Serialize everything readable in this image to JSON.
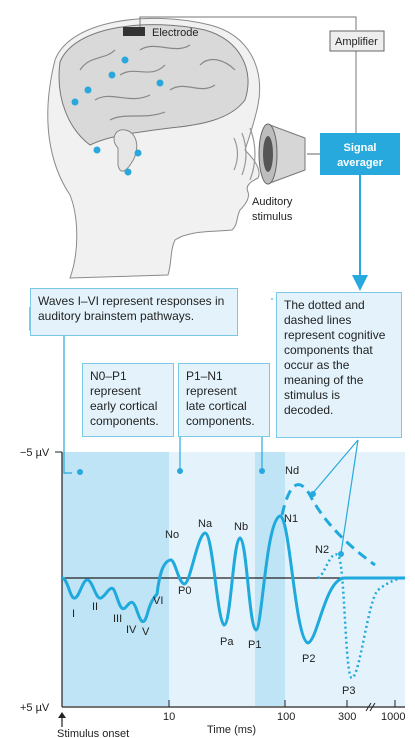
{
  "labels": {
    "electrode": "Electrode",
    "amplifier": "Amplifier",
    "signal_averager_line1": "Signal",
    "signal_averager_line2": "averager",
    "auditory_line1": "Auditory",
    "auditory_line2": "stimulus",
    "minus5": "−5 µV",
    "plus5": "+5 µV",
    "x_axis": "Time (ms)",
    "stimulus_onset": "Stimulus onset"
  },
  "boxes": {
    "brainstem": [
      "Waves I–VI represent responses in",
      "auditory brainstem pathways."
    ],
    "early": [
      "N0–P1",
      "represent",
      "early cortical",
      "components."
    ],
    "late": [
      "P1–N1",
      "represent",
      "late cortical",
      "components."
    ],
    "cognitive": [
      "The dotted and",
      "dashed lines",
      "represent cognitive",
      "components that",
      "occur as the",
      "meaning of the",
      "stimulus is",
      "decoded."
    ]
  },
  "ticks": [
    "10",
    "100",
    "300",
    "1000"
  ],
  "waves": {
    "I": "I",
    "II": "II",
    "III": "III",
    "IV": "IV",
    "V": "V",
    "VI": "VI",
    "No": "No",
    "Po": "P0",
    "Na": "Na",
    "Pa": "Pa",
    "Nb": "Nb",
    "P1": "P1",
    "N1": "N1",
    "P2": "P2",
    "Nd": "Nd",
    "N2": "N2",
    "P3": "P3"
  },
  "colors": {
    "wave": "#1fa9dc",
    "panel": "#e4f3fb",
    "dark_panel": "#bfe4f5",
    "accent": "#27a9dd"
  }
}
